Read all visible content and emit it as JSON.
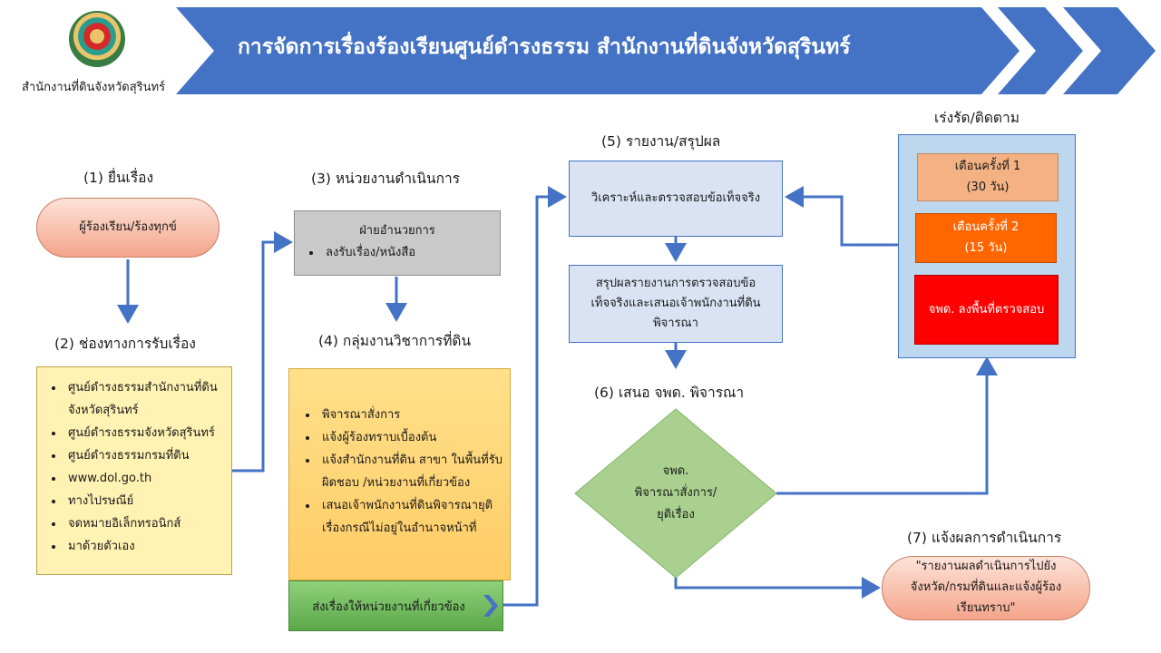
{
  "header": {
    "title": "การจัดการเรื่องร้องเรียนศูนย์ดำรงธรรม  สำนักงานที่ดินจังหวัดสุรินทร์",
    "office_name": "สำนักงานที่ดินจังหวัดสุรินทร์",
    "banner_color": "#4472C4"
  },
  "steps": {
    "step1": {
      "heading": "(1) ยื่นเรื่อง",
      "box": "ผู้ร้องเรียน/ร้องทุกข์"
    },
    "step2": {
      "heading": "(2) ช่องทางการรับเรื่อง",
      "items": [
        "ศูนย์ดำรงธรรมสำนักงานที่ดินจังหวัดสุรินทร์",
        "ศูนย์ดำรงธรรมจังหวัดสุรินทร์",
        "ศูนย์ดำรงธรรมกรมที่ดิน",
        "www.dol.go.th",
        "ทางไปรษณีย์",
        "จดหมายอิเล็กทรอนิกส์",
        "มาด้วยตัวเอง"
      ]
    },
    "step3": {
      "heading": "(3) หน่วยงานดำเนินการ",
      "box_title": "ฝ่ายอำนวยการ",
      "box_item": "ลงรับเรื่อง/หนังสือ"
    },
    "step4": {
      "heading": "(4) กลุ่มงานวิชาการที่ดิน",
      "items": [
        "พิจารณาสั่งการ",
        "แจ้งผู้ร้องทราบเบื้องต้น",
        "แจ้งสำนักงานที่ดิน สาขา ในพื้นที่รับผิดชอบ /หน่วยงานที่เกี่ยวข้อง",
        "เสนอเจ้าพนักงานที่ดินพิจารณายุติเรื่องกรณีไม่อยู่ในอำนาจหน้าที่"
      ],
      "forward_button": "ส่งเรื่องให้หน่วยงานที่เกี่ยวข้อง"
    },
    "step5": {
      "heading": "(5) รายงาน/สรุปผล",
      "analyze_box": "วิเคราะห์และตรวจสอบข้อเท็จจริง",
      "summary_box": "สรุปผลรายงานการตรวจสอบข้อเท็จจริงและเสนอเจ้าพนักงานที่ดินพิจารณา"
    },
    "step6": {
      "heading": "(6) เสนอ จพด. พิจารณา",
      "diamond_line1": "จพด.",
      "diamond_line2": "พิจารณาสั่งการ/",
      "diamond_line3": "ยุติเรื่อง"
    },
    "step7": {
      "heading": "(7) แจ้งผลการดำเนินการ",
      "box": "\"รายงานผลดำเนินการไปยังจังหวัด/กรมที่ดินและแจ้งผู้ร้องเรียนทราบ\""
    }
  },
  "followup": {
    "heading": "เร่งรัด/ติดตาม",
    "warn1_title": "เตือนครั้งที่ 1",
    "warn1_days": "(30 วัน)",
    "warn2_title": "เตือนครั้งที่ 2",
    "warn2_days": "(15 วัน)",
    "inspect": "จพด. ลงพื้นที่ตรวจสอบ"
  }
}
